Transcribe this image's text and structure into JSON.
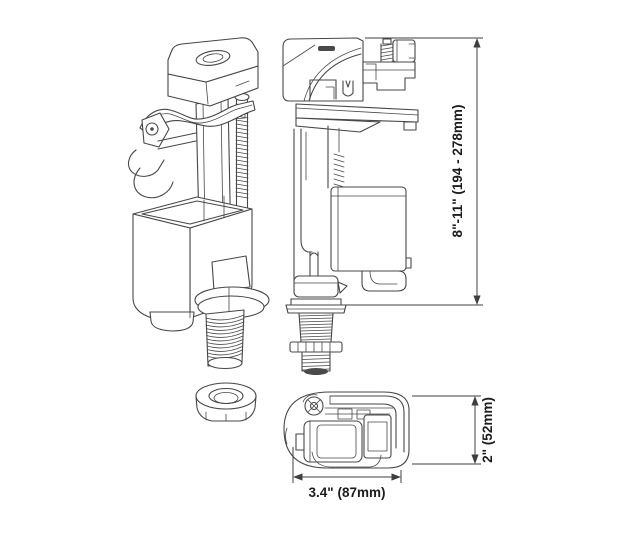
{
  "colors": {
    "background": "#ffffff",
    "line": "#474747",
    "dimension-line": "#3f3f3f",
    "text": "#1c1c1c"
  },
  "diagram": {
    "dimensions": {
      "height": "8\"-11\" (194 - 278mm)",
      "width": "3.4\" (87mm)",
      "depth": "2\" (52mm)"
    }
  }
}
